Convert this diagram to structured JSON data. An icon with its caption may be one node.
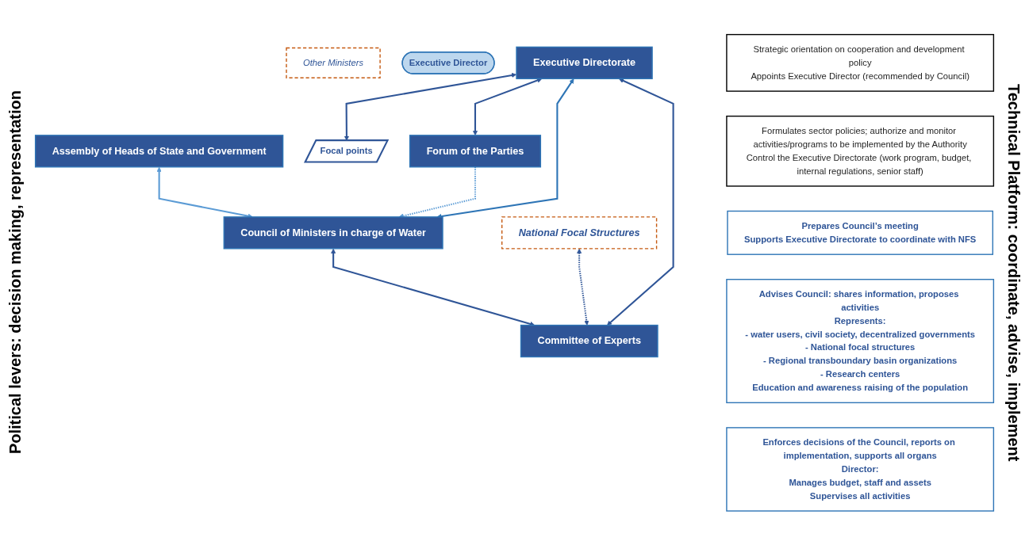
{
  "diagram": {
    "nodes": [
      {
        "text": [
          "Assembly of Heads of State and Government"
        ]
      },
      {
        "text": [
          "Council of Ministers in charge of Water"
        ]
      },
      {
        "text": [
          "Other Ministers"
        ]
      },
      {
        "text": [
          "National Focal Structures"
        ]
      },
      {
        "text": [
          "Committee of Experts"
        ]
      },
      {
        "text": [
          "Focal points"
        ]
      },
      {
        "text": [
          "Forum of the Parties"
        ]
      },
      {
        "text": [
          "Executive Director"
        ]
      },
      {
        "text": [
          "Executive Directorate"
        ]
      },
      {
        "text": [
          "Strategic orientation on cooperation and development policy",
          "Appoints Executive Director (recommended by Council)"
        ]
      },
      {
        "text": [
          "Formulates sector policies; authorize and monitor activities/programs to be implemented by the Authority",
          "Control the Executive Directorate (work program, budget, internal regulations, senior staff)"
        ]
      },
      {
        "text": [
          "Prepares Council’s meeting",
          "Supports Executive Directorate to coordinate with NFS"
        ]
      },
      {
        "text": [
          "Advises Council: shares information, proposes activities",
          "Represents:",
          "- water users, civil society, decentralized governments",
          "- National focal structures",
          "- Regional transboundary basin organizations",
          "- Research centers",
          "Education and awareness raising of the population"
        ]
      },
      {
        "text": [
          "Enforces decisions of the Council, reports on implementation, supports all organs",
          "Director:",
          "Manages budget, staff and assets",
          "Supervises all activities"
        ]
      }
    ],
    "edges": [
      {
        "from": 0,
        "to": 1,
        "arrow": "both",
        "color": "#5b9bd5"
      },
      {
        "from": 1,
        "to": 4,
        "arrow": "both"
      },
      {
        "from": 3,
        "to": 4,
        "arrow": "both",
        "style": "dashed"
      },
      {
        "from": 8,
        "to": 5,
        "arrow": "both"
      },
      {
        "from": 8,
        "to": 4,
        "arrow": "both"
      },
      {
        "from": 8,
        "to": 6,
        "arrow": "both"
      },
      {
        "from": 6,
        "to": 1,
        "arrow": "to",
        "style": "dashed",
        "color": "#5b9bd5"
      },
      {
        "from": 8,
        "to": 1,
        "arrow": "both",
        "color": "#2e75b6"
      }
    ],
    "labels": [
      "Political levers: decision making, representation",
      "Technical Platform: coordinate, advise, implement"
    ]
  }
}
